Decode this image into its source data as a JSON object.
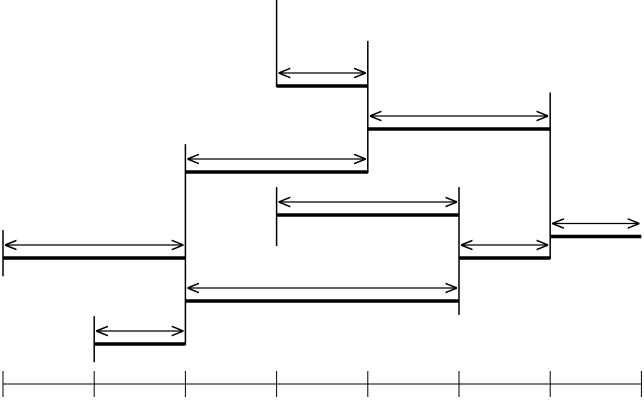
{
  "diagram": {
    "axis_ticks": [
      0,
      1,
      2,
      3,
      4,
      5,
      6,
      7
    ],
    "activities": [
      {
        "id": "a1",
        "start": 3,
        "end": 4,
        "level": 1
      },
      {
        "id": "a2",
        "start": 4,
        "end": 6,
        "level": 2
      },
      {
        "id": "a3",
        "start": 2,
        "end": 4,
        "level": 3
      },
      {
        "id": "a4",
        "start": 3,
        "end": 5,
        "level": 4
      },
      {
        "id": "a5",
        "start": 0,
        "end": 2,
        "level": 5
      },
      {
        "id": "a6",
        "start": 5,
        "end": 6,
        "level": 5
      },
      {
        "id": "a7",
        "start": 6,
        "end": 7,
        "level": 4.5
      },
      {
        "id": "a8",
        "start": 2,
        "end": 5,
        "level": 6
      },
      {
        "id": "a9",
        "start": 1,
        "end": 2,
        "level": 7
      }
    ],
    "milestones": [
      {
        "id": "m3",
        "at": 3,
        "from_level": 0,
        "to_level": 1
      },
      {
        "id": "m4",
        "at": 4,
        "from_level": 0.3,
        "to_level": 3
      },
      {
        "id": "m6",
        "at": 6,
        "from_level": 1.5,
        "to_level": 5
      },
      {
        "id": "m2",
        "at": 2,
        "from_level": 2.7,
        "to_level": 7
      },
      {
        "id": "m3b",
        "at": 3,
        "from_level": 3.7,
        "to_level": 4.7
      },
      {
        "id": "m5",
        "at": 5,
        "from_level": 3.7,
        "to_level": 6.3
      },
      {
        "id": "m0",
        "at": 0,
        "from_level": 4.7,
        "to_level": 5.4
      },
      {
        "id": "m1",
        "at": 1,
        "from_level": 6.7,
        "to_level": 7.4
      }
    ]
  }
}
